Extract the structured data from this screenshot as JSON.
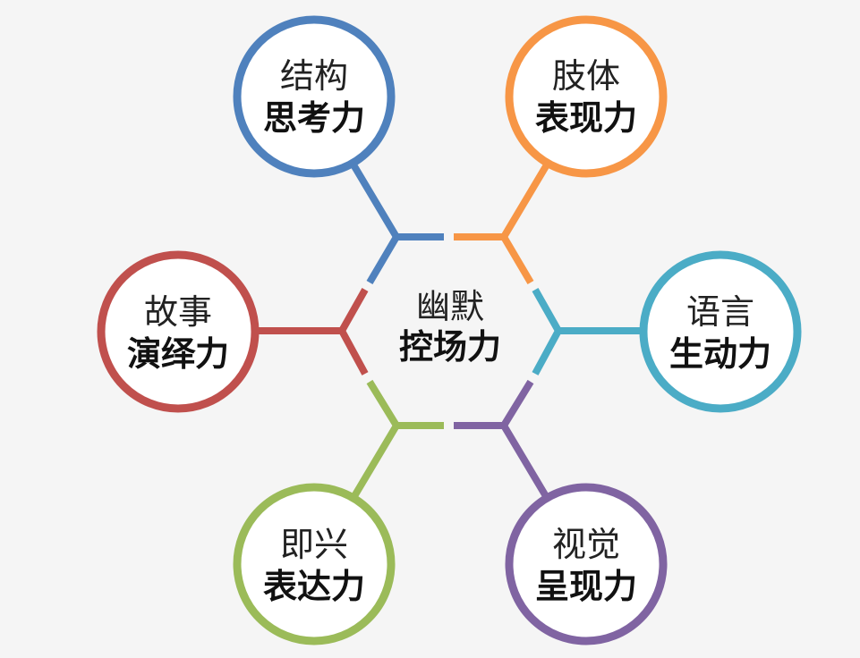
{
  "center": {
    "line1": "幽默",
    "line2": "控场力"
  },
  "nodes": [
    {
      "id": "structure",
      "line1": "结构",
      "line2": "思考力",
      "color": "#4f81bd"
    },
    {
      "id": "body",
      "line1": "肢体",
      "line2": "表现力",
      "color": "#f79646"
    },
    {
      "id": "language",
      "line1": "语言",
      "line2": "生动力",
      "color": "#4bacc6"
    },
    {
      "id": "visual",
      "line1": "视觉",
      "line2": "呈现力",
      "color": "#8064a2"
    },
    {
      "id": "improv",
      "line1": "即兴",
      "line2": "表达力",
      "color": "#9bbb59"
    },
    {
      "id": "story",
      "line1": "故事",
      "line2": "演绎力",
      "color": "#c0504d"
    }
  ]
}
